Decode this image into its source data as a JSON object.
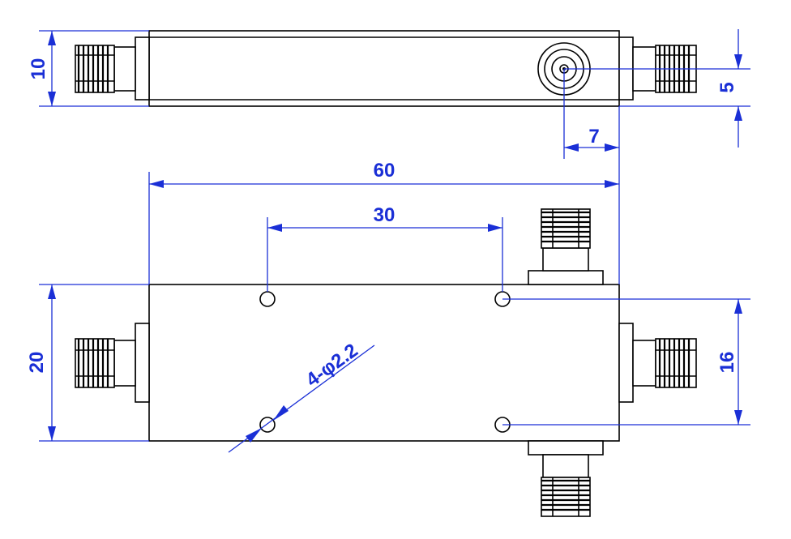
{
  "dimensions": {
    "side_height": "10",
    "port_offset": "5",
    "port_from_edge": "7",
    "overall_length": "60",
    "hole_spacing": "30",
    "body_width": "20",
    "hole_pitch_vertical": "16",
    "mounting_holes": "4-φ2.2"
  },
  "colors": {
    "dimension": "#1a2fd6",
    "outline": "#000000",
    "background": "#ffffff"
  }
}
